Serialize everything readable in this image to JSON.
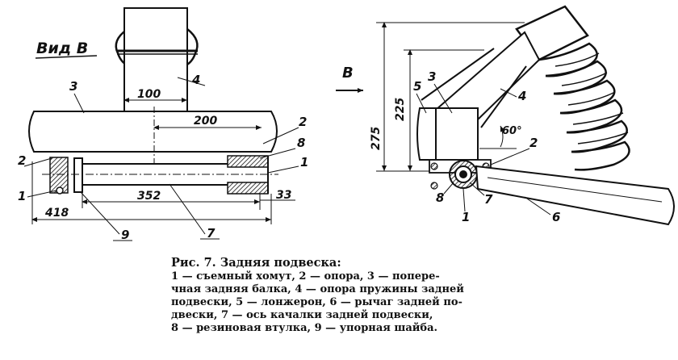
{
  "left_view": {
    "view_label": "Вид В",
    "dims": {
      "d100": "100",
      "d200": "200",
      "d352": "352",
      "d418": "418",
      "d33": "33"
    },
    "callouts": {
      "n1": "1",
      "n2a": "2",
      "n2b": "2",
      "n3": "3",
      "n4": "4",
      "n7": "7",
      "n8": "8",
      "n9": "9",
      "n1b": "1"
    }
  },
  "right_view": {
    "view_arrow_label": "В",
    "dims": {
      "d275": "275",
      "d225": "225",
      "angle": "60°"
    },
    "callouts": {
      "n1": "1",
      "n2": "2",
      "n3": "3",
      "n4": "4",
      "n5": "5",
      "n6": "6",
      "n7": "7",
      "n8": "8"
    }
  },
  "caption": {
    "title": "Рис. 7. Задняя подвеска:",
    "lines": [
      "1 — съемный хомут, 2 — опора, 3 — попере-",
      "чная задняя балка, 4 — опора пружины задней",
      "подвески, 5 — лонжерон, 6 — рычаг задней по-",
      "двески, 7 — ось качалки задней подвески,",
      "8 — резиновая втулка, 9 — упорная шайба."
    ]
  }
}
